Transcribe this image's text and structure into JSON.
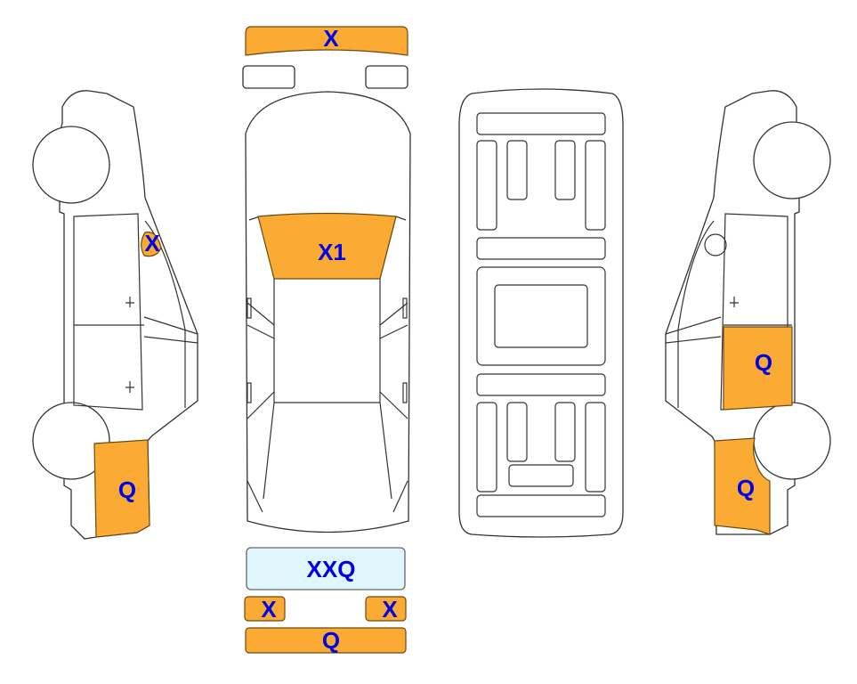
{
  "colors": {
    "damage": "#FBAA33",
    "highlight": "#E0F6FD",
    "label": "#0000E6"
  },
  "labels": {
    "front_bumper": "X",
    "windshield": "X1",
    "left_mirror": "X",
    "left_front_fender": "Q",
    "right_rear_door": "Q",
    "right_rear_fender": "Q",
    "rear_plate": "XXQ",
    "rear_light_left": "X",
    "rear_light_right": "X",
    "rear_bumper": "Q"
  }
}
